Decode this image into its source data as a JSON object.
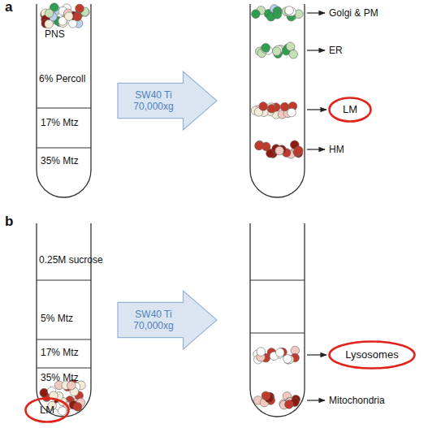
{
  "diagram": {
    "nodes": [
      {
        "text": [
          "PNS"
        ]
      },
      {
        "text": [
          "SW40 Ti 70,000xg"
        ]
      },
      {
        "text": [
          "LM"
        ]
      },
      {
        "text": [
          "SW40 Ti 70,000xg"
        ]
      },
      {
        "text": [
          "Lysosomes"
        ]
      },
      {
        "text": [
          "LM"
        ]
      }
    ],
    "labels": [
      "a",
      "Golgi & PM",
      "ER",
      "6% Percoll",
      "17% Mtz",
      "35% Mtz",
      "HM",
      "b",
      "0.25M sucrose",
      "5% Mtz",
      "17% Mtz",
      "35% Mtz",
      "Mitochondria"
    ]
  }
}
